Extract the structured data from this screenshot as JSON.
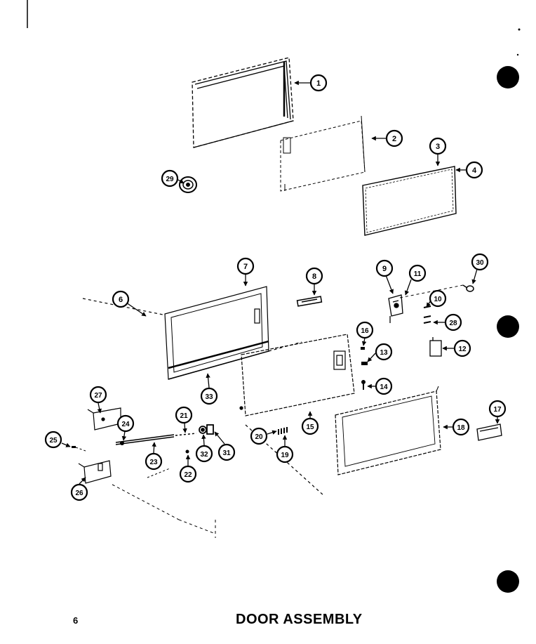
{
  "page": {
    "number": "6",
    "title": "DOOR ASSEMBLY"
  },
  "callouts": [
    "1",
    "2",
    "3",
    "4",
    "6",
    "7",
    "8",
    "9",
    "10",
    "11",
    "12",
    "13",
    "14",
    "15",
    "16",
    "17",
    "18",
    "19",
    "20",
    "21",
    "22",
    "23",
    "24",
    "25",
    "26",
    "27",
    "28",
    "29",
    "30",
    "31",
    "32",
    "33"
  ],
  "colors": {
    "ink": "#000000",
    "paper": "#ffffff"
  }
}
